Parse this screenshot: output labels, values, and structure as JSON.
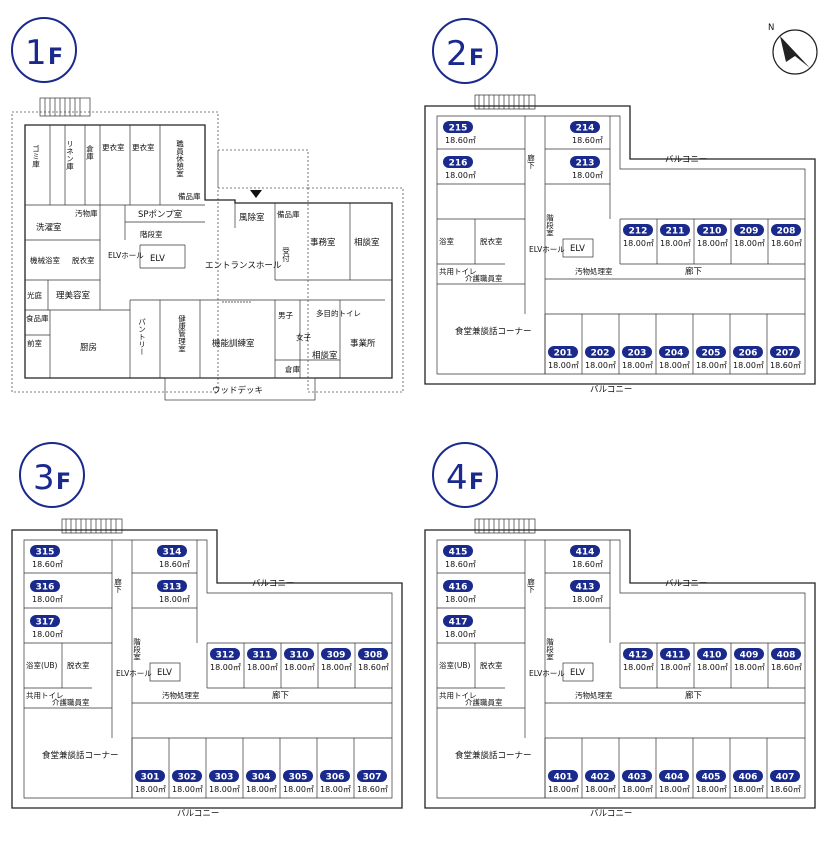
{
  "compass": {
    "north_label": "N"
  },
  "floor1": {
    "label_num": "1",
    "label_f": "F",
    "rooms": {
      "trash": "ゴミ庫",
      "linen": "リネン庫",
      "storage1": "倉庫",
      "locker1": "更衣室",
      "locker2": "更衣室",
      "staff_rest": "職員休憩室",
      "supplies1": "備品庫",
      "laundry": "洗濯室",
      "dirty_storage": "汚物庫",
      "sp_pump": "SPポンプ室",
      "stairs": "階段室",
      "wind_room": "風除室",
      "supplies2": "備品庫",
      "office": "事務室",
      "consult1": "相談室",
      "reception": "受付",
      "machine_bath": "機械浴室",
      "dressing": "脱衣室",
      "elv_hall": "ELVホール",
      "elv": "ELV",
      "entrance_hall": "エントランスホール",
      "light_well": "光庭",
      "barber": "理美容室",
      "food": "食品庫",
      "front": "前室",
      "kitchen": "厨房",
      "pantry": "パントリー",
      "health": "健康管理室",
      "training": "機能訓練室",
      "wc_m": "男子",
      "wc_f": "女子",
      "multi_wc": "多目的トイレ",
      "consult2": "相談室",
      "business": "事業所",
      "storage2": "倉庫",
      "deck": "ウッドデッキ"
    }
  },
  "floor2": {
    "label_num": "2",
    "label_f": "F",
    "rooms_top": [
      {
        "no": "215",
        "area": "18.60㎡"
      },
      {
        "no": "214",
        "area": "18.60㎡"
      },
      {
        "no": "216",
        "area": "18.00㎡"
      },
      {
        "no": "213",
        "area": "18.00㎡"
      }
    ],
    "rooms_upper_row": [
      {
        "no": "212",
        "area": "18.00㎡"
      },
      {
        "no": "211",
        "area": "18.00㎡"
      },
      {
        "no": "210",
        "area": "18.00㎡"
      },
      {
        "no": "209",
        "area": "18.00㎡"
      },
      {
        "no": "208",
        "area": "18.60㎡"
      }
    ],
    "rooms_lower_row": [
      {
        "no": "201",
        "area": "18.00㎡"
      },
      {
        "no": "202",
        "area": "18.00㎡"
      },
      {
        "no": "203",
        "area": "18.00㎡"
      },
      {
        "no": "204",
        "area": "18.00㎡"
      },
      {
        "no": "205",
        "area": "18.00㎡"
      },
      {
        "no": "206",
        "area": "18.00㎡"
      },
      {
        "no": "207",
        "area": "18.60㎡"
      }
    ],
    "labels": {
      "balcony_top": "バルコニー",
      "balcony_bottom": "バルコニー",
      "corridor_v": "廊下",
      "corridor_h": "廊下",
      "stairs": "階段室",
      "bath": "浴室",
      "dressing": "脱衣室",
      "elv_hall": "ELVホール",
      "elv": "ELV",
      "wc": "共用トイレ",
      "care_staff": "介護職員室",
      "dirty": "汚物処理室",
      "dining": "食堂兼談話コーナー"
    }
  },
  "floor3": {
    "label_num": "3",
    "label_f": "F",
    "rooms_top": [
      {
        "no": "315",
        "area": "18.60㎡"
      },
      {
        "no": "314",
        "area": "18.60㎡"
      },
      {
        "no": "316",
        "area": "18.00㎡"
      },
      {
        "no": "313",
        "area": "18.00㎡"
      },
      {
        "no": "317",
        "area": "18.00㎡"
      }
    ],
    "rooms_upper_row": [
      {
        "no": "312",
        "area": "18.00㎡"
      },
      {
        "no": "311",
        "area": "18.00㎡"
      },
      {
        "no": "310",
        "area": "18.00㎡"
      },
      {
        "no": "309",
        "area": "18.00㎡"
      },
      {
        "no": "308",
        "area": "18.60㎡"
      }
    ],
    "rooms_lower_row": [
      {
        "no": "301",
        "area": "18.00㎡"
      },
      {
        "no": "302",
        "area": "18.00㎡"
      },
      {
        "no": "303",
        "area": "18.00㎡"
      },
      {
        "no": "304",
        "area": "18.00㎡"
      },
      {
        "no": "305",
        "area": "18.00㎡"
      },
      {
        "no": "306",
        "area": "18.00㎡"
      },
      {
        "no": "307",
        "area": "18.60㎡"
      }
    ],
    "labels": {
      "balcony_top": "バルコニー",
      "balcony_bottom": "バルコニー",
      "corridor_v": "廊下",
      "corridor_h": "廊下",
      "stairs": "階段室",
      "bath": "浴室(UB)",
      "dressing": "脱衣室",
      "elv_hall": "ELVホール",
      "elv": "ELV",
      "wc": "共用トイレ",
      "care_staff": "介護職員室",
      "dirty": "汚物処理室",
      "dining": "食堂兼談話コーナー"
    }
  },
  "floor4": {
    "label_num": "4",
    "label_f": "F",
    "rooms_top": [
      {
        "no": "415",
        "area": "18.60㎡"
      },
      {
        "no": "414",
        "area": "18.60㎡"
      },
      {
        "no": "416",
        "area": "18.00㎡"
      },
      {
        "no": "413",
        "area": "18.00㎡"
      },
      {
        "no": "417",
        "area": "18.00㎡"
      }
    ],
    "rooms_upper_row": [
      {
        "no": "412",
        "area": "18.00㎡"
      },
      {
        "no": "411",
        "area": "18.00㎡"
      },
      {
        "no": "410",
        "area": "18.00㎡"
      },
      {
        "no": "409",
        "area": "18.00㎡"
      },
      {
        "no": "408",
        "area": "18.60㎡"
      }
    ],
    "rooms_lower_row": [
      {
        "no": "401",
        "area": "18.00㎡"
      },
      {
        "no": "402",
        "area": "18.00㎡"
      },
      {
        "no": "403",
        "area": "18.00㎡"
      },
      {
        "no": "404",
        "area": "18.00㎡"
      },
      {
        "no": "405",
        "area": "18.00㎡"
      },
      {
        "no": "406",
        "area": "18.00㎡"
      },
      {
        "no": "407",
        "area": "18.60㎡"
      }
    ],
    "labels": {
      "balcony_top": "バルコニー",
      "balcony_bottom": "バルコニー",
      "corridor_v": "廊下",
      "corridor_h": "廊下",
      "stairs": "階段室",
      "bath": "浴室(UB)",
      "dressing": "脱衣室",
      "elv_hall": "ELVホール",
      "elv": "ELV",
      "wc": "共用トイレ",
      "care_staff": "介護職員室",
      "dirty": "汚物処理室",
      "dining": "食堂兼談話コーナー"
    }
  },
  "colors": {
    "badge": "#1a2a8c",
    "floor_label": "#1a2a8c",
    "wall": "#222222"
  }
}
